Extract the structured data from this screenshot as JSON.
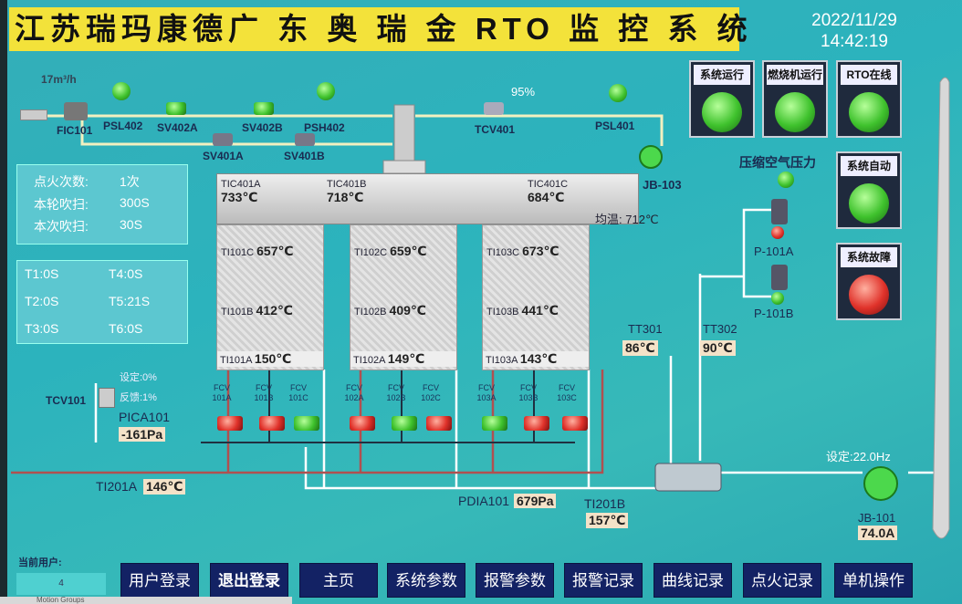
{
  "header": {
    "title": "江苏瑞玛康德广 东 奥 瑞 金 RTO 监 控 系 统",
    "date": "2022/11/29",
    "time": "14:42:19"
  },
  "gas_line": {
    "flow": "17m³/h",
    "flow_meter": "FIC101",
    "instruments": [
      "PSL402",
      "SV402A",
      "SV402B",
      "PSH402",
      "SV401A",
      "SV401B"
    ],
    "percent": "95%",
    "tcv": "TCV401",
    "psl": "PSL401",
    "fan": "JB-103"
  },
  "ignition": {
    "rows": [
      {
        "label": "点火次数:",
        "value": "1次"
      },
      {
        "label": "本轮吹扫:",
        "value": "300S"
      },
      {
        "label": "本次吹扫:",
        "value": "30S"
      }
    ]
  },
  "timers": [
    {
      "label": "T1:",
      "value": "0S"
    },
    {
      "label": "T4:",
      "value": "0S"
    },
    {
      "label": "T2:",
      "value": "0S"
    },
    {
      "label": "T5:",
      "value": "21S"
    },
    {
      "label": "T3:",
      "value": "0S"
    },
    {
      "label": "T6:",
      "value": "0S"
    }
  ],
  "combustion": {
    "tic": [
      {
        "tag": "TIC401A",
        "value": "733℃"
      },
      {
        "tag": "TIC401B",
        "value": "718℃"
      },
      {
        "tag": "TIC401C",
        "value": "684℃"
      }
    ],
    "avg_label": "均温:",
    "avg_value": "712℃"
  },
  "beds": [
    {
      "c": {
        "tag": "TI101C",
        "value": "657℃"
      },
      "b": {
        "tag": "TI101B",
        "value": "412℃"
      },
      "a": {
        "tag": "TI101A",
        "value": "150℃"
      }
    },
    {
      "c": {
        "tag": "TI102C",
        "value": "659℃"
      },
      "b": {
        "tag": "TI102B",
        "value": "409℃"
      },
      "a": {
        "tag": "TI102A",
        "value": "149℃"
      }
    },
    {
      "c": {
        "tag": "TI103C",
        "value": "673℃"
      },
      "b": {
        "tag": "TI103B",
        "value": "441℃"
      },
      "a": {
        "tag": "TI103A",
        "value": "143℃"
      }
    }
  ],
  "fcv": [
    {
      "l1": "FCV",
      "l2": "101A",
      "state": "red"
    },
    {
      "l1": "FCV",
      "l2": "101B",
      "state": "red"
    },
    {
      "l1": "FCV",
      "l2": "101C",
      "state": "green"
    },
    {
      "l1": "FCV",
      "l2": "102A",
      "state": "red"
    },
    {
      "l1": "FCV",
      "l2": "102B",
      "state": "green"
    },
    {
      "l1": "FCV",
      "l2": "102C",
      "state": "red"
    },
    {
      "l1": "FCV",
      "l2": "103A",
      "state": "green"
    },
    {
      "l1": "FCV",
      "l2": "103B",
      "state": "red"
    },
    {
      "l1": "FCV",
      "l2": "103C",
      "state": "red"
    }
  ],
  "inlet": {
    "tcv": "TCV101",
    "set": "设定:0%",
    "feedback": "反馈:1%",
    "pica_tag": "PICA101",
    "pica_value": "-161Pa",
    "ti_tag": "TI201A",
    "ti_value": "146℃"
  },
  "outlet": {
    "pdia_tag": "PDIA101",
    "pdia_value": "679Pa",
    "ti_tag": "TI201B",
    "ti_value": "157℃",
    "tt301": "TT301",
    "tt301_value": "86℃",
    "tt302": "TT302",
    "tt302_value": "90℃"
  },
  "compressor": {
    "label": "压缩空气压力",
    "pumps": [
      "P-101A",
      "P-101B"
    ]
  },
  "main_fan": {
    "set": "设定:22.0Hz",
    "tag": "JB-101",
    "current": "74.0A"
  },
  "status_lamps": [
    {
      "label": "系统运行",
      "color": "green"
    },
    {
      "label": "燃烧机运行",
      "color": "green"
    },
    {
      "label": "RTO在线",
      "color": "green"
    },
    {
      "label": "系统自动",
      "color": "green"
    },
    {
      "label": "系统故障",
      "color": "red"
    }
  ],
  "user": {
    "label": "当前用户:",
    "value": "4"
  },
  "nav": [
    "用户登录",
    "退出登录",
    "主页",
    "系统参数",
    "报警参数",
    "报警记录",
    "曲线记录",
    "点火记录",
    "单机操作"
  ],
  "taskbar": "Motion Groups"
}
